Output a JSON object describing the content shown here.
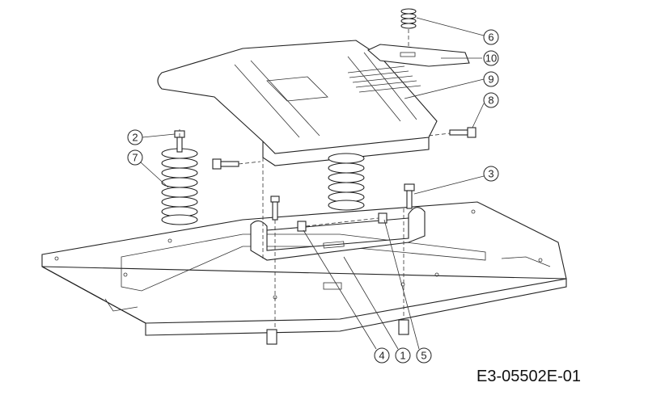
{
  "drawing_code": "E3-05502E-01",
  "callouts": [
    {
      "label": "6",
      "part": "spring-small"
    },
    {
      "label": "10",
      "part": "bracket"
    },
    {
      "label": "9",
      "part": "seat-plate"
    },
    {
      "label": "8",
      "part": "bolt-right"
    },
    {
      "label": "2",
      "part": "bolt-top"
    },
    {
      "label": "7",
      "part": "spring-large"
    },
    {
      "label": "3",
      "part": "bolt-vertical"
    },
    {
      "label": "4",
      "part": "bushing"
    },
    {
      "label": "1",
      "part": "hinge-bracket"
    },
    {
      "label": "5",
      "part": "nut"
    }
  ]
}
